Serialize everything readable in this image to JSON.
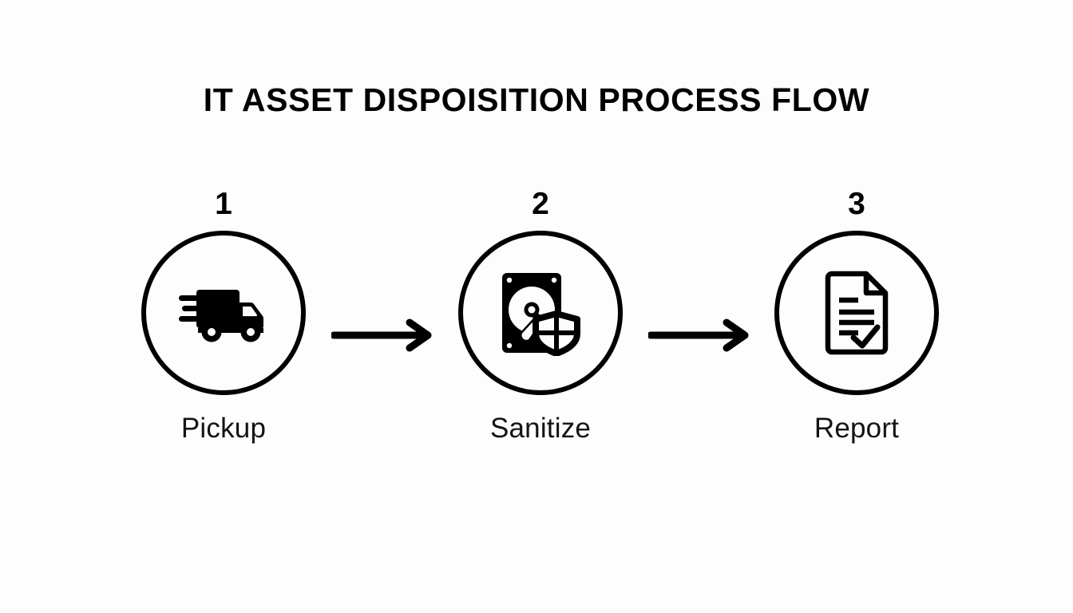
{
  "page": {
    "title": "IT ASSET DISPOISITION PROCESS FLOW",
    "background_color": "#fdfdfd",
    "ink_color": "#000000",
    "label_color": "#131313"
  },
  "diagram": {
    "type": "linear-process-flow",
    "direction": "left-to-right",
    "step_count": 3,
    "steps": [
      {
        "number": "1",
        "label": "Pickup",
        "icon": "delivery-truck-icon"
      },
      {
        "number": "2",
        "label": "Sanitize",
        "icon": "hard-drive-shield-icon"
      },
      {
        "number": "3",
        "label": "Report",
        "icon": "document-check-icon"
      }
    ],
    "connectors": [
      {
        "from": "1",
        "to": "2",
        "icon": "arrow-right-icon"
      },
      {
        "from": "2",
        "to": "3",
        "icon": "arrow-right-icon"
      }
    ]
  }
}
